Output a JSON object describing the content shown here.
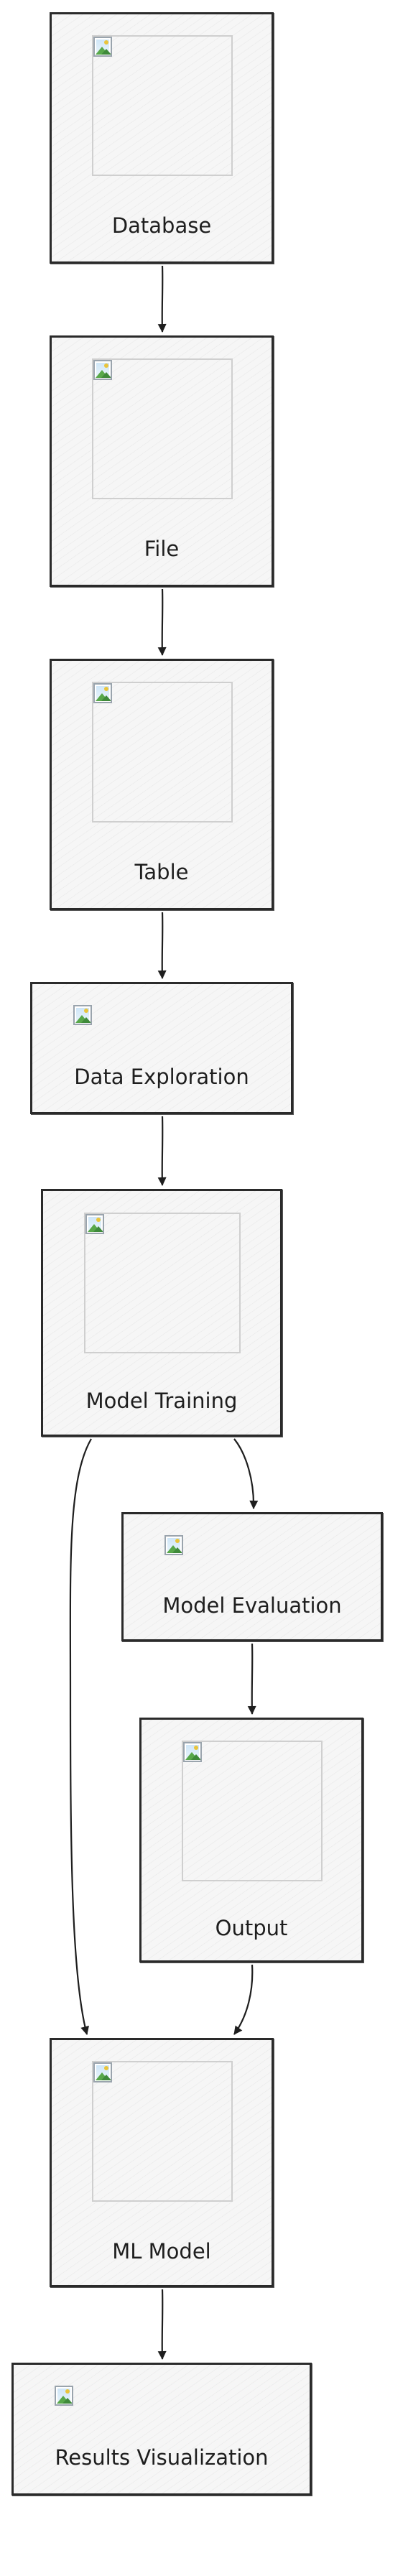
{
  "diagram": {
    "nodes": [
      {
        "id": "database",
        "label": "Database",
        "has_image_frame": true
      },
      {
        "id": "file",
        "label": "File",
        "has_image_frame": true
      },
      {
        "id": "table",
        "label": "Table",
        "has_image_frame": true
      },
      {
        "id": "data_exploration",
        "label": "Data Exploration",
        "has_image_frame": false
      },
      {
        "id": "model_training",
        "label": "Model Training",
        "has_image_frame": true
      },
      {
        "id": "model_evaluation",
        "label": "Model Evaluation",
        "has_image_frame": false
      },
      {
        "id": "output",
        "label": "Output",
        "has_image_frame": true
      },
      {
        "id": "ml_model",
        "label": "ML Model",
        "has_image_frame": true
      },
      {
        "id": "results_visualization",
        "label": "Results Visualization",
        "has_image_frame": false
      }
    ],
    "edges": [
      {
        "from": "database",
        "to": "file"
      },
      {
        "from": "file",
        "to": "table"
      },
      {
        "from": "table",
        "to": "data_exploration"
      },
      {
        "from": "data_exploration",
        "to": "model_training"
      },
      {
        "from": "model_training",
        "to": "model_evaluation"
      },
      {
        "from": "model_evaluation",
        "to": "output"
      },
      {
        "from": "model_training",
        "to": "ml_model"
      },
      {
        "from": "output",
        "to": "ml_model"
      },
      {
        "from": "ml_model",
        "to": "results_visualization"
      }
    ],
    "colors": {
      "stroke": "#2a2a2a",
      "fill": "#f6f6f6",
      "image_frame": "#cfcfcf",
      "text": "#1e1e1e"
    }
  }
}
